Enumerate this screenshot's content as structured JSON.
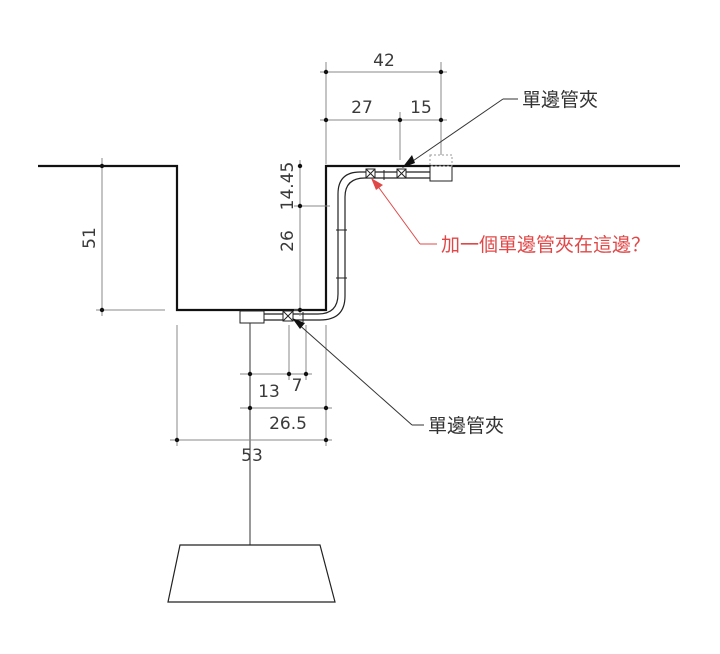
{
  "dimensions": {
    "top_total": "42",
    "top_left": "27",
    "top_right": "15",
    "left_depth": "51",
    "vert_upper": "14.45",
    "vert_lower": "26",
    "bottom_a": "13",
    "bottom_b": "7",
    "bottom_mid": "26.5",
    "bottom_total": "53"
  },
  "labels": {
    "clamp_top": "單邊管夾",
    "clamp_bottom": "單邊管夾",
    "question": "加一個單邊管夾在這邊？"
  },
  "colors": {
    "line": "#111111",
    "thin": "#8a8a8a",
    "annotation": "#e04848"
  }
}
